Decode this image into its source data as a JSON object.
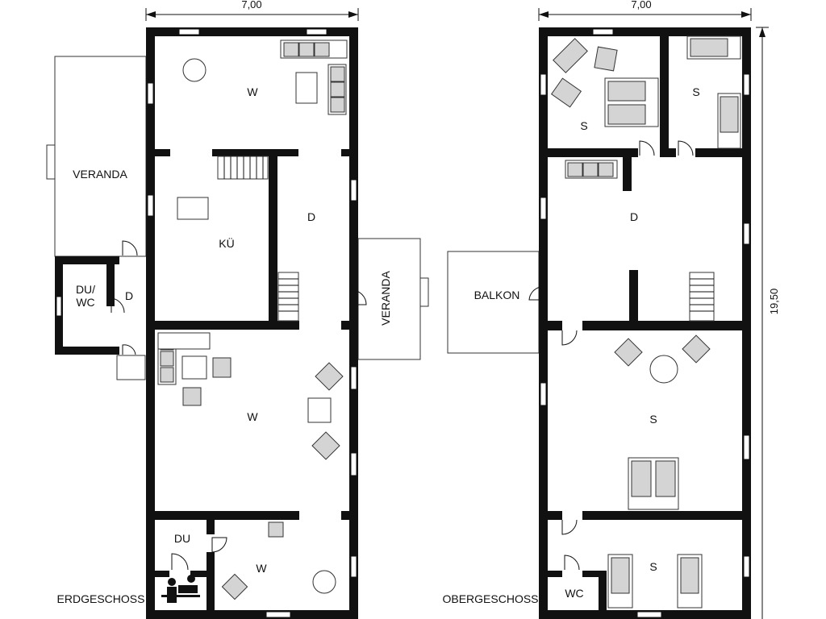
{
  "dimensions": {
    "width": "7,00",
    "width_upper": "7,00",
    "height": "19,50"
  },
  "ground_floor": {
    "title": "ERDGESCHOSS",
    "rooms": {
      "w_top": "W",
      "veranda_left": "VERANDA",
      "kitchen": "KÜ",
      "hall_center": "D",
      "du_wc_line1": "DU/",
      "du_wc_line2": "WC",
      "hall_small": "D",
      "veranda_right": "VERANDA",
      "w_middle": "W",
      "du": "DU",
      "w_bottom": "W"
    }
  },
  "upper_floor": {
    "title": "OBERGESCHOSS",
    "rooms": {
      "s_top_left": "S",
      "s_top_right": "S",
      "hall": "D",
      "balkon": "BALKON",
      "s_middle": "S",
      "s_bottom": "S",
      "wc": "WC"
    }
  }
}
